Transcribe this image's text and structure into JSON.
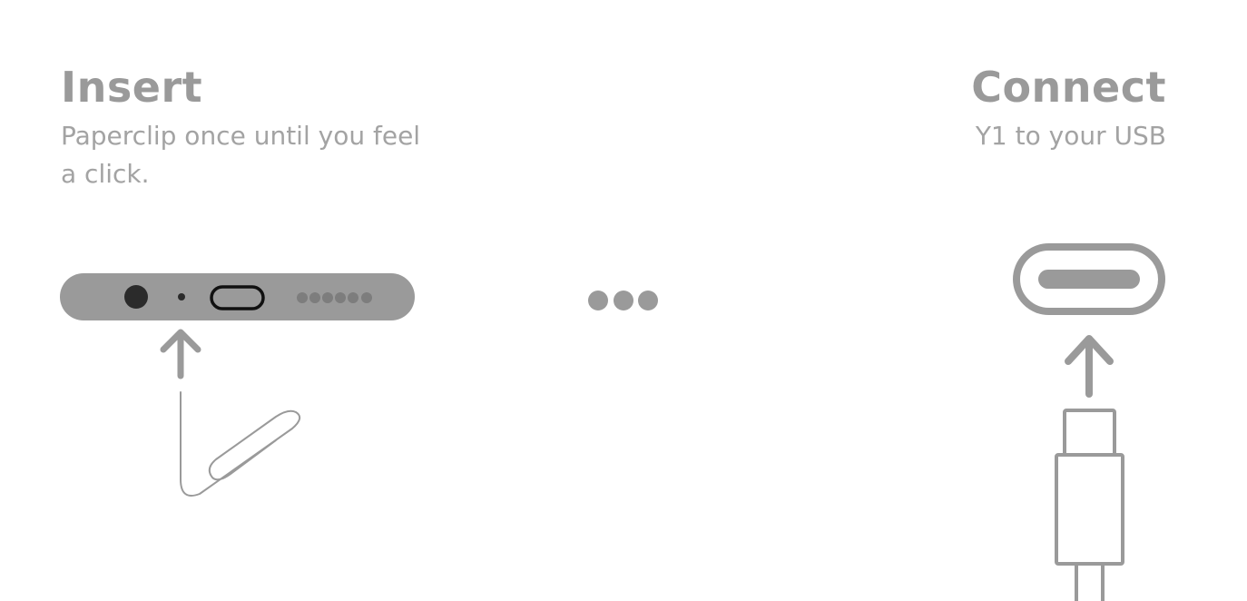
{
  "steps": [
    {
      "title": "Insert",
      "description": "Paperclip once until you feel a click."
    },
    {
      "title": "Connect",
      "description": "Y1 to your USB"
    }
  ],
  "icons": {
    "device_bottom": "device-bottom-edge-icon",
    "arrow": "arrow-up-icon",
    "paperclip": "paperclip-icon",
    "progress": "ellipsis-dots-icon",
    "usb_port": "usb-c-port-icon",
    "usb_cable": "usb-c-cable-icon"
  },
  "colors": {
    "gray": "#9a9a9a",
    "dark": "#2b2b2b",
    "light_gray": "#a3a3a3"
  }
}
